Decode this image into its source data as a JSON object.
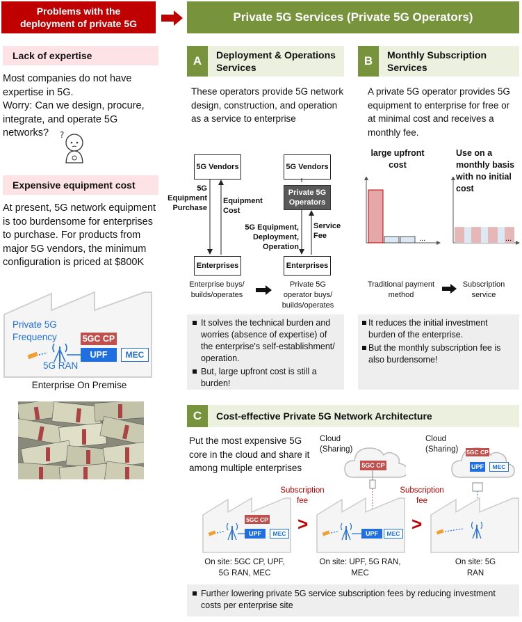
{
  "left": {
    "header": "Problems with the deployment of private 5G",
    "lack": {
      "title": "Lack of expertise",
      "body": "Most companies do not have expertise in 5G.\nWorry: Can we design, procure, integrate, and operate 5G networks?"
    },
    "cost": {
      "title": "Expensive equipment cost",
      "body": "At present, 5G network equipment is too burdensome for enterprises to purchase. For products from major 5G vendors, the minimum configuration is priced at $800K"
    },
    "premise": {
      "freq": "Private 5G Frequency",
      "cp": "5GC CP",
      "upf": "UPF",
      "mec": "MEC",
      "ran": "5G RAN",
      "caption": "Enterprise On Premise"
    }
  },
  "right_header": "Private 5G Services (Private 5G Operators)",
  "sectionA": {
    "letter": "A",
    "title": "Deployment & Operations Services",
    "desc": "These operators provide 5G network design, construction, and operation as a service to enterprise",
    "vendors": "5G Vendors",
    "enterprises": "Enterprises",
    "operators": "Private 5G Operators",
    "equip_purchase": "5G Equipment Purchase",
    "equip_cost": "Equipment Cost",
    "equip_dep": "5G Equipment, Deployment, Operation",
    "service_fee": "Service Fee",
    "left_caption": "Enterprise buys/ builds/operates",
    "right_caption": "Private 5G operator buys/ builds/operates",
    "bullets": [
      "It solves the technical burden and worries (absence of expertise) of the enterprise's self-establishment/ operation.",
      "But, large upfront cost is still a burden!"
    ]
  },
  "sectionB": {
    "letter": "B",
    "title": "Monthly Subscription Services",
    "desc": "A private 5G operator provides 5G equipment to enterprise for free or at minimal cost and receives a monthly fee.",
    "upfront": "large upfront cost",
    "monthly": "Use on a monthly basis with no initial cost",
    "ellipsis": "...",
    "trad": "Traditional payment method",
    "sub": "Subscription service",
    "bullets": [
      "It reduces the initial investment burden of the enterprise.",
      "But the monthly subscription fee is also burdensome!"
    ]
  },
  "sectionC": {
    "letter": "C",
    "title": "Cost-effective Private 5G Network Architecture",
    "desc": "Put the most expensive 5G core in the cloud and share it among multiple enterprises",
    "cloud_label": "Cloud (Sharing)",
    "sub_fee": "Subscription fee",
    "gt": ">",
    "cp": "5GC CP",
    "upf": "UPF",
    "mec": "MEC",
    "onsite1": "On site: 5GC CP, UPF, 5G RAN, MEC",
    "onsite2": "On site: UPF, 5G RAN, MEC",
    "onsite3": "On site: 5G RAN",
    "bullet": "Further lowering private 5G service subscription fees by reducing investment costs per enterprise site"
  },
  "colors": {
    "red": "#c00000",
    "green": "#77933c",
    "pink": "#fde3e5",
    "light_green": "#ebf1de",
    "blue": "#1f6fe0"
  },
  "chart_data": [
    {
      "type": "bar",
      "title": "large upfront cost",
      "values": [
        1.0,
        0.12,
        0.12
      ],
      "note": "qualitative"
    },
    {
      "type": "bar",
      "title": "Use on a monthly basis with no initial cost",
      "values": [
        0.3,
        0.3,
        0.3,
        0.3
      ],
      "note": "qualitative"
    }
  ]
}
